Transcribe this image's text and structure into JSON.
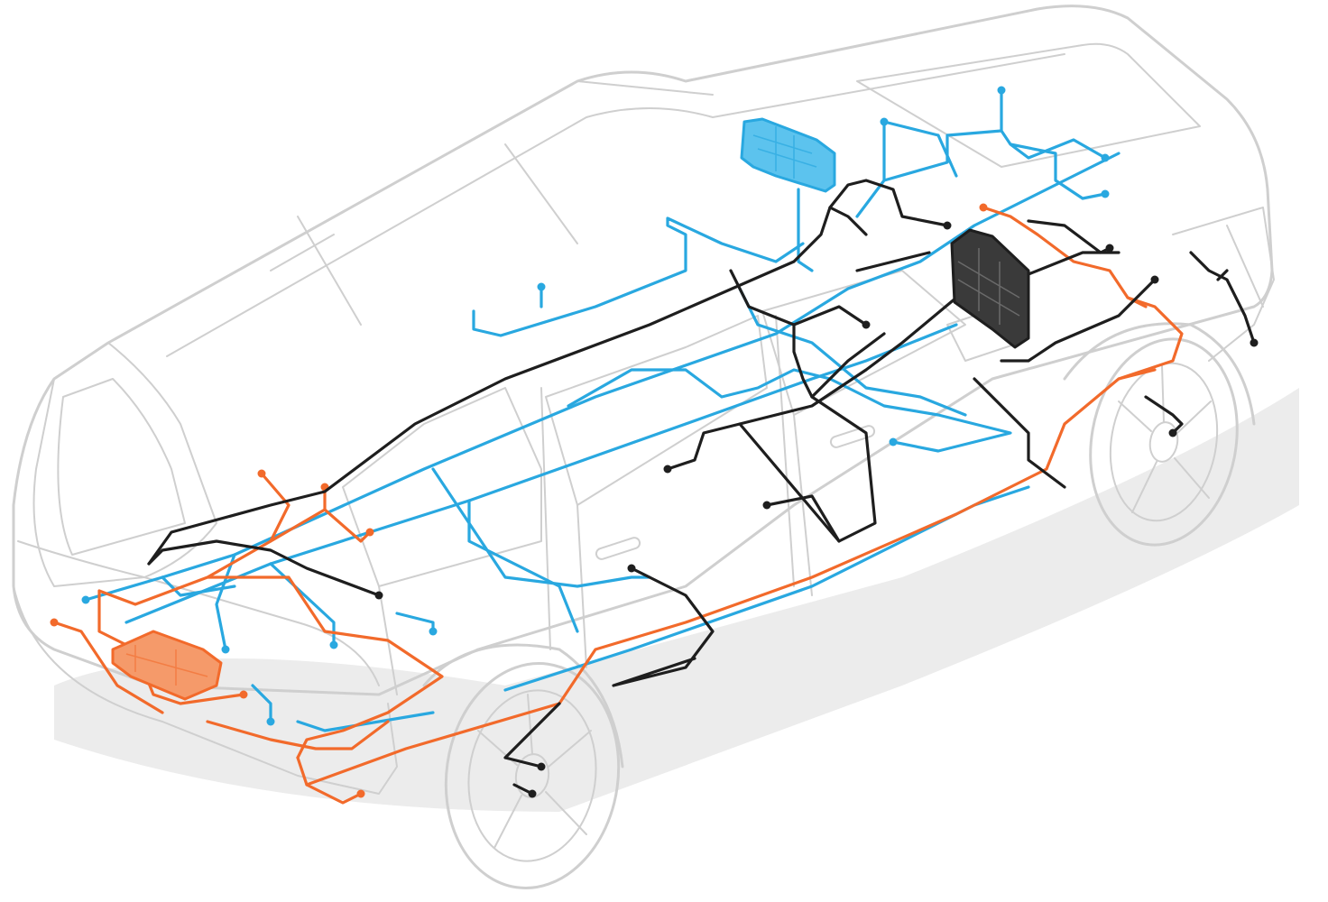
{
  "colors": {
    "body_outline": "#cfcfcf",
    "shadow": "#ececec",
    "blue_harness": "#29a8e0",
    "orange_harness": "#f26a2b",
    "black_harness": "#1e1e1e",
    "blue_module_fill": "#5cc3ee",
    "orange_module_fill": "#f59a6a",
    "black_module_fill": "#3a3a3a"
  },
  "modules": [
    {
      "id": "blue-module",
      "color": "blue"
    },
    {
      "id": "black-module",
      "color": "black"
    },
    {
      "id": "orange-module",
      "color": "orange"
    }
  ]
}
